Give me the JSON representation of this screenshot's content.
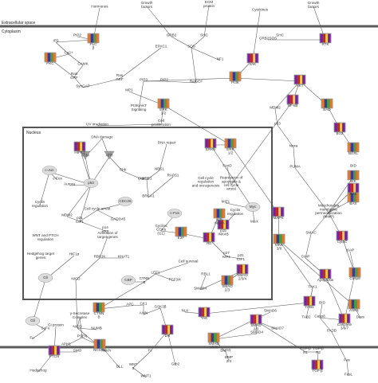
{
  "regions": {
    "extracellular": "Extracellular space",
    "cytoplasm": "Cytoplasm",
    "nucleus": "Nucleus"
  },
  "colors": {
    "membrane": "#555555",
    "nucleus_border": "#555555",
    "bar_palette": [
      "#e87722",
      "#f2c94c",
      "#3a3a9c",
      "#7b1fa2",
      "#43a047",
      "#c62828",
      "#ffffff",
      "#9e9e9e"
    ]
  },
  "labels": [
    {
      "id": "hormones",
      "text": "Hormones"
    },
    {
      "id": "growth-factors-top",
      "text": "Growth\nfactors"
    },
    {
      "id": "ecm-protein",
      "text": "ECM\nprotein"
    },
    {
      "id": "cytokines",
      "text": "Cytokines"
    },
    {
      "id": "growth-factors-right",
      "text": "Growth\nfactors"
    },
    {
      "id": "pip2",
      "text": "PIP2"
    },
    {
      "id": "ip3",
      "text": "IP3"
    },
    {
      "id": "ca2",
      "text": "Ca2+"
    },
    {
      "id": "plc",
      "text": "PLC\nβ"
    },
    {
      "id": "epac1",
      "text": "EPAC1"
    },
    {
      "id": "grb2",
      "text": "GRB2"
    },
    {
      "id": "shc",
      "text": "SHC"
    },
    {
      "id": "sos",
      "text": "SOS"
    },
    {
      "id": "grb2sos",
      "text": "GRB2SOS"
    },
    {
      "id": "shc-r",
      "text": "SHC"
    },
    {
      "id": "rtk",
      "text": "RTK"
    },
    {
      "id": "pkc",
      "text": "PKC"
    },
    {
      "id": "camk",
      "text": "CAMK"
    },
    {
      "id": "rasgrf",
      "text": "Ras\nGRF"
    },
    {
      "id": "rasgef",
      "text": "Ras\nGEF"
    },
    {
      "id": "syngap",
      "text": "SynGAP"
    },
    {
      "id": "pip3",
      "text": "PIP3"
    },
    {
      "id": "pip2b",
      "text": "PIP2"
    },
    {
      "id": "ralgef",
      "text": "RalGEF"
    },
    {
      "id": "nf1",
      "text": "NF1"
    },
    {
      "id": "jak",
      "text": "JAK"
    },
    {
      "id": "pi3k",
      "text": "PI3K"
    },
    {
      "id": "akt",
      "text": "AKT"
    },
    {
      "id": "pi3k-akt",
      "text": "PI3K/AKT\nSignaling"
    },
    {
      "id": "mp1",
      "text": "MP1"
    },
    {
      "id": "uv",
      "text": "UV irradiation"
    },
    {
      "id": "cell-prolif",
      "text": "Cell\nproliferation"
    },
    {
      "id": "erk12-top",
      "text": "ERK\n1/2"
    },
    {
      "id": "nfkb",
      "text": "NF-κB"
    },
    {
      "id": "mdm2-c",
      "text": "MDM2"
    },
    {
      "id": "p53-c",
      "text": "p53"
    },
    {
      "id": "bad",
      "text": "BAD"
    },
    {
      "id": "bcl2",
      "text": "Bcl2"
    },
    {
      "id": "bclxl",
      "text": "BclXL"
    },
    {
      "id": "noxa",
      "text": "Noxa"
    },
    {
      "id": "puma",
      "text": "PUMA"
    },
    {
      "id": "bid",
      "text": "BID"
    },
    {
      "id": "bik",
      "text": "BIK"
    },
    {
      "id": "bak",
      "text": "BAK"
    },
    {
      "id": "bax",
      "text": "BAX"
    },
    {
      "id": "mmp",
      "text": "Mitochondria\nmembrane\npermeabilization\n(MMP)"
    },
    {
      "id": "smac",
      "text": "SMAC"
    },
    {
      "id": "cytoc",
      "text": "CytoC"
    },
    {
      "id": "ciap",
      "text": "CIAP"
    },
    {
      "id": "apoptosis",
      "text": "Apoptosis"
    },
    {
      "id": "casp9",
      "text": "Casp9"
    },
    {
      "id": "casp3",
      "text": "Caspase\n3/6/7"
    },
    {
      "id": "bid2",
      "text": "BID"
    },
    {
      "id": "casp8",
      "text": "Casp8"
    },
    {
      "id": "fadd",
      "text": "FADD"
    },
    {
      "id": "daxx",
      "text": "Daxx"
    },
    {
      "id": "ask1",
      "text": "ASK1"
    },
    {
      "id": "fas",
      "text": "Fas"
    },
    {
      "id": "fasl",
      "text": "FasL"
    },
    {
      "id": "tab1",
      "text": "TAB1"
    },
    {
      "id": "tab2",
      "text": "TAB2"
    },
    {
      "id": "tak1",
      "text": "TAK1"
    },
    {
      "id": "mkk",
      "text": "MKK\n3/6"
    },
    {
      "id": "mapk",
      "text": "MAPK"
    },
    {
      "id": "erk12-c",
      "text": "ERK\n1/2"
    },
    {
      "id": "erk5",
      "text": "ERK5"
    },
    {
      "id": "dna-damage",
      "text": "DNA damage"
    },
    {
      "id": "atm",
      "text": "ATM"
    },
    {
      "id": "atr",
      "text": "ATR"
    },
    {
      "id": "hipk2",
      "text": "HIPK2"
    },
    {
      "id": "cjun",
      "text": "c-Jun"
    },
    {
      "id": "cfos",
      "text": "c-Fos"
    },
    {
      "id": "cyclin-reg",
      "text": "Cyclin\nregulation"
    },
    {
      "id": "aurora",
      "text": "Aurora"
    },
    {
      "id": "p53-n",
      "text": "p53"
    },
    {
      "id": "chk",
      "text": "Chk"
    },
    {
      "id": "chk1",
      "text": "Chk1/2"
    },
    {
      "id": "mdm2-n",
      "text": "MDM2"
    },
    {
      "id": "p21cip1",
      "text": "p21\nCIP1"
    },
    {
      "id": "cell-cycle-arrest",
      "text": "Cell cycle arrest"
    },
    {
      "id": "cdc25",
      "text": "CDC25"
    },
    {
      "id": "gadd45",
      "text": "GADD45"
    },
    {
      "id": "p14arf",
      "text": "p14\nARF"
    },
    {
      "id": "wnt-ptch",
      "text": "WNT and PTCH\nregulation"
    },
    {
      "id": "hedgehog-targets",
      "text": "Hedgehog target\ngenes"
    },
    {
      "id": "gli-n",
      "text": "Gli"
    },
    {
      "id": "hif1a",
      "text": "HIF1α"
    },
    {
      "id": "nicd-n",
      "text": "NICD"
    },
    {
      "id": "rbpjk",
      "text": "RBPJK"
    },
    {
      "id": "khat1",
      "text": "KHAT1"
    },
    {
      "id": "activation-targets",
      "text": "Activation of\ntarget genes"
    },
    {
      "id": "cbp",
      "text": "CBP"
    },
    {
      "id": "lef1",
      "text": "LEF1"
    },
    {
      "id": "tcf",
      "text": "TCF3/4"
    },
    {
      "id": "ctnnb-n",
      "text": "CTNN\nB"
    },
    {
      "id": "cell-survival",
      "text": "Cell survival"
    },
    {
      "id": "dna-repair",
      "text": "DNA repair"
    },
    {
      "id": "nbs1",
      "text": "NBS1"
    },
    {
      "id": "brca1",
      "text": "BRCA1"
    },
    {
      "id": "mdc1",
      "text": "MDC1"
    },
    {
      "id": "rad51",
      "text": "RAD51"
    },
    {
      "id": "cfos-2",
      "text": "c-Fos"
    },
    {
      "id": "cell-cycle-reg",
      "text": "Cell cycle\nregulation\nand oncogenesis"
    },
    {
      "id": "cyclins",
      "text": "Cyclins\nCDKs\n(G1)"
    },
    {
      "id": "e2f",
      "text": "E2F"
    },
    {
      "id": "rb",
      "text": "Rb"
    },
    {
      "id": "p16",
      "text": "p16\nINK4A"
    },
    {
      "id": "p15",
      "text": "p15\nINK4B"
    },
    {
      "id": "p27",
      "text": "p27\nKIP1"
    },
    {
      "id": "p21-2",
      "text": "p21\nCIP1"
    },
    {
      "id": "foxo",
      "text": "FoxO"
    },
    {
      "id": "repression",
      "text": "Repression of\napoptosis &\ncell cycle\narrest"
    },
    {
      "id": "myc",
      "text": "Myc"
    },
    {
      "id": "max",
      "text": "MAX"
    },
    {
      "id": "miz1",
      "text": "MIZ1"
    },
    {
      "id": "cyclin-reg-2",
      "text": "Cyclin\nregulation"
    },
    {
      "id": "rbl1",
      "text": "RBL1"
    },
    {
      "id": "smad4-n",
      "text": "SMAD4"
    },
    {
      "id": "smad-n",
      "text": "SMAD\n2/3"
    },
    {
      "id": "smad234",
      "text": "SMAD\n2/3/4"
    },
    {
      "id": "ctnnb",
      "text": "CTNN\nB"
    },
    {
      "id": "apc",
      "text": "APC"
    },
    {
      "id": "ck1",
      "text": "CK1"
    },
    {
      "id": "axin",
      "text": "AXIN"
    },
    {
      "id": "gsk3b",
      "text": "GSK3β"
    },
    {
      "id": "dvl",
      "text": "Dvl"
    },
    {
      "id": "nlk",
      "text": "NLK"
    },
    {
      "id": "tak",
      "text": "TAK"
    },
    {
      "id": "numb",
      "text": "NUMB"
    },
    {
      "id": "nicd",
      "text": "NICD"
    },
    {
      "id": "gamma-sec",
      "text": "γ-Secretase\nComplex"
    },
    {
      "id": "psen",
      "text": "PSEN"
    },
    {
      "id": "ncstn",
      "text": "NCSTN"
    },
    {
      "id": "aph1",
      "text": "APH1"
    },
    {
      "id": "notch",
      "text": "Notch"
    },
    {
      "id": "dll",
      "text": "DLL"
    },
    {
      "id": "fz",
      "text": "Fz"
    },
    {
      "id": "wnt5",
      "text": "WNT\n5"
    },
    {
      "id": "wnt1",
      "text": "WNT1"
    },
    {
      "id": "gli",
      "text": "Gli"
    },
    {
      "id": "sufu",
      "text": "SuFu"
    },
    {
      "id": "fu",
      "text": "Fu"
    },
    {
      "id": "gi-protein",
      "text": "Gi protein"
    },
    {
      "id": "ptch",
      "text": "PTCH"
    },
    {
      "id": "smo",
      "text": "SMO"
    },
    {
      "id": "hedgehog",
      "text": "Hedgehog"
    },
    {
      "id": "bmpr",
      "text": "BMPR"
    },
    {
      "id": "bmp",
      "text": "BMP\n2/4"
    },
    {
      "id": "smad15",
      "text": "SMAD\n1/5/8"
    },
    {
      "id": "smad2",
      "text": "SMAD\n2/3"
    },
    {
      "id": "smad4",
      "text": "SMAD4"
    },
    {
      "id": "smad7",
      "text": "SMAD7"
    },
    {
      "id": "smad6",
      "text": "SMAD6"
    },
    {
      "id": "tgfbr",
      "text": "TGF-β\nR1"
    },
    {
      "id": "tgfbr2",
      "text": "TGF-β\nR2"
    },
    {
      "id": "tgfb",
      "text": "TGF-β"
    },
    {
      "id": "grb2-b",
      "text": "Grb2"
    },
    {
      "id": "xiap",
      "text": "XIAP"
    }
  ]
}
